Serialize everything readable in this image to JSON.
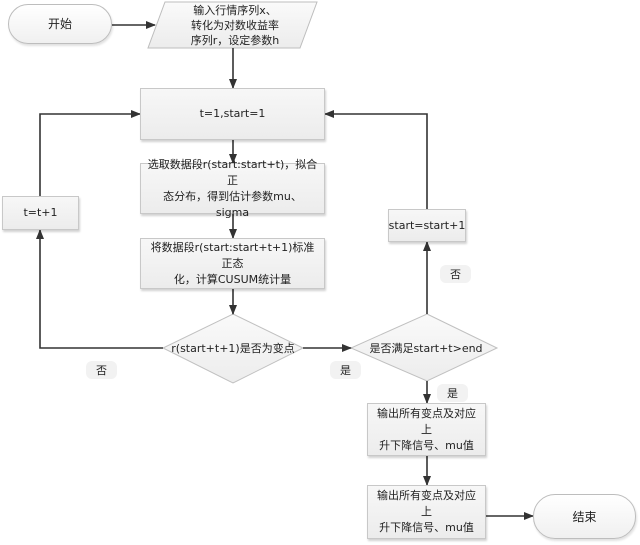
{
  "flowchart": {
    "nodes": {
      "start": {
        "label": "开始",
        "shape": "terminal"
      },
      "input": {
        "label": "输入行情序列x、\n转化为对数收益率\n序列r，设定参数h",
        "shape": "parallelogram"
      },
      "init": {
        "label": "t=1,start=1",
        "shape": "process"
      },
      "fit": {
        "label": "选取数据段r(start:start+t)，拟合正\n态分布，得到估计参数mu、sigma",
        "shape": "process"
      },
      "normalize": {
        "label": "将数据段r(start:start+t+1)标准正态\n化，计算CUSUM统计量",
        "shape": "process"
      },
      "is_change": {
        "label": "r(start+t+1)是否为变点",
        "shape": "decision"
      },
      "increment_t": {
        "label": "t=t+1",
        "shape": "process"
      },
      "check_end": {
        "label": "是否满足start+t>end",
        "shape": "decision"
      },
      "increment_start": {
        "label": "start=start+1",
        "shape": "process"
      },
      "output1": {
        "label": "输出所有变点及对应上\n升下降信号、mu值",
        "shape": "process"
      },
      "output2": {
        "label": "输出所有变点及对应上\n升下降信号、mu值",
        "shape": "process"
      },
      "end": {
        "label": "结束",
        "shape": "terminal"
      }
    },
    "edge_labels": {
      "is_change_no": "否",
      "is_change_yes": "是",
      "check_end_no": "否",
      "check_end_yes": "是"
    }
  },
  "colors": {
    "line": "#333333",
    "box_fill": "#efefef",
    "box_border": "#c8c8c8"
  }
}
